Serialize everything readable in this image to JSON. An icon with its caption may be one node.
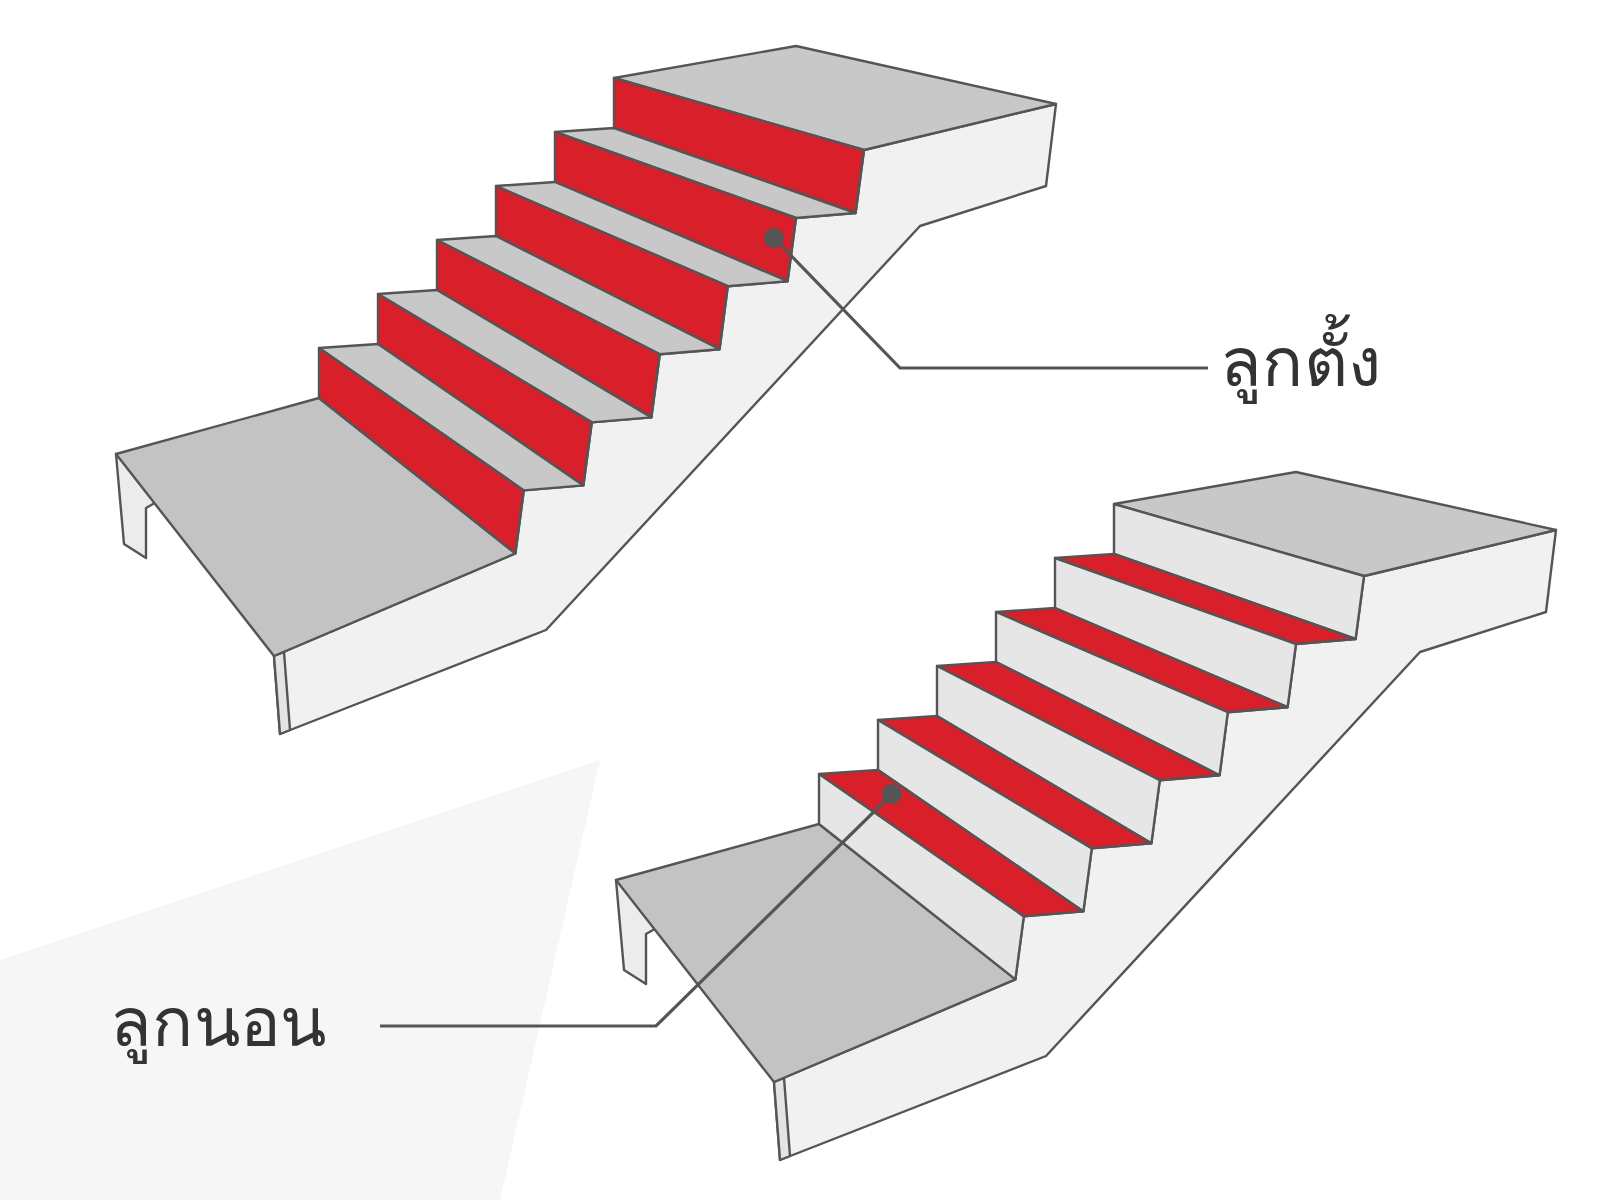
{
  "diagram": {
    "nodes": [
      {
        "text": [
          "ลูกตั้ง"
        ]
      },
      {
        "text": [],
        "shape": "box"
      },
      {
        "text": [
          "ลูกนอน"
        ]
      },
      {
        "text": [],
        "shape": "box"
      }
    ],
    "edges": [
      {
        "from": 0,
        "to": 1,
        "arrow": "other"
      },
      {
        "from": 2,
        "to": 3,
        "arrow": "other"
      }
    ]
  }
}
